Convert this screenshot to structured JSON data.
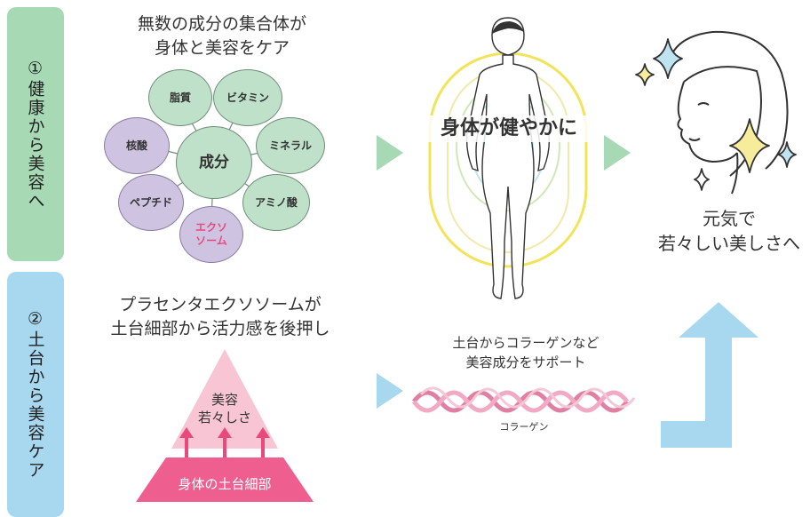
{
  "section1": {
    "label": "①健康から美容へ",
    "color": "#a6d9b4"
  },
  "section2": {
    "label": "②土台から美容ケア",
    "color": "#a8d8f0"
  },
  "components": {
    "heading_line1": "無数の成分の集合体が",
    "heading_line2": "身体と美容をケア",
    "center": "成分",
    "items": [
      "脂質",
      "ビタミン",
      "ミネラル",
      "アミノ酸",
      "エクソ\nソーム",
      "ペプチド",
      "核酸"
    ]
  },
  "body_caption": "身体が健やかに",
  "result_line1": "元気で",
  "result_line2": "若々しい美しさへ",
  "pyramid": {
    "heading_line1": "プラセンタエクソソームが",
    "heading_line2": "土台細部から活力感を後押し",
    "top_line1": "美容",
    "top_line2": "若々しさ",
    "base": "身体の土台細部"
  },
  "collagen": {
    "line1": "土台からコラーゲンなど",
    "line2": "美容成分をサポート",
    "label": "コラーゲン"
  },
  "colors": {
    "accent_pink": "#e9497d",
    "arrow_green": "#a6d9b4",
    "arrow_blue": "#a8d8f0",
    "circle_green": "#bfe0c9",
    "circle_purple": "#cec3e0"
  }
}
